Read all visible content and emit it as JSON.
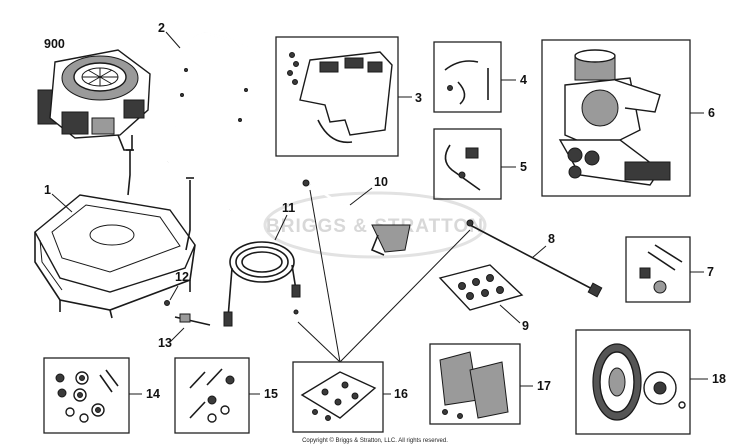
{
  "labels": {
    "p900": "900",
    "p1": "1",
    "p2": "2",
    "p3": "3",
    "p4": "4",
    "p5": "5",
    "p6": "6",
    "p7": "7",
    "p8": "8",
    "p9": "9",
    "p10": "10",
    "p11": "11",
    "p12": "12",
    "p13": "13",
    "p14": "14",
    "p15": "15",
    "p16": "16",
    "p17": "17",
    "p18": "18"
  },
  "watermark": "BRIGGS & STRATTON",
  "copyright": "Copyright © Briggs & Stratton, LLC. All rights reserved."
}
